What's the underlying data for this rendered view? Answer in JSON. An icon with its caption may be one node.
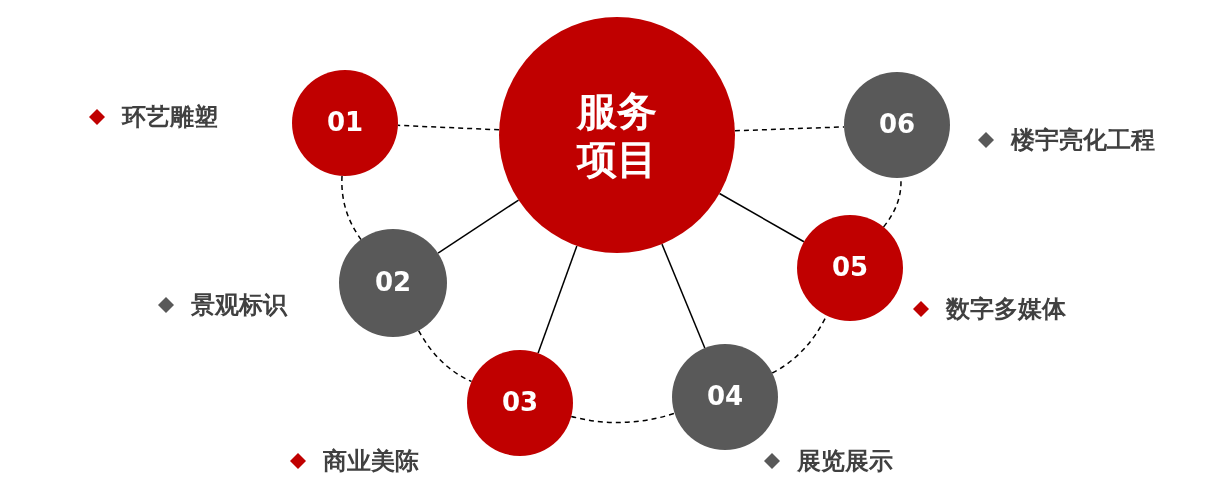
{
  "diagram": {
    "nodes": [
      {
        "text": [
          "服务项目"
        ]
      },
      {
        "text": [
          "01"
        ],
        "beside": [
          "环艺雕塑"
        ]
      },
      {
        "text": [
          "02"
        ],
        "beside": [
          "景观标识"
        ]
      },
      {
        "text": [
          "03"
        ],
        "beside": [
          "商业美陈"
        ]
      },
      {
        "text": [
          "04"
        ],
        "beside": [
          "展览展示"
        ]
      },
      {
        "text": [
          "05"
        ],
        "beside": [
          "数字多媒体"
        ]
      },
      {
        "text": [
          "06"
        ],
        "beside": [
          "楼宇亮化工程"
        ]
      }
    ],
    "edges": [
      {
        "from": 0,
        "to": 1,
        "arrow": "none",
        "style": "dashed"
      },
      {
        "from": 0,
        "to": 2,
        "arrow": "none"
      },
      {
        "from": 0,
        "to": 3,
        "arrow": "none"
      },
      {
        "from": 0,
        "to": 4,
        "arrow": "none"
      },
      {
        "from": 0,
        "to": 5,
        "arrow": "none"
      },
      {
        "from": 0,
        "to": 6,
        "arrow": "none",
        "style": "dashed"
      },
      {
        "from": 1,
        "to": 2,
        "arrow": "none",
        "style": "dashed"
      },
      {
        "from": 2,
        "to": 3,
        "arrow": "none",
        "style": "dashed"
      },
      {
        "from": 3,
        "to": 4,
        "arrow": "none",
        "style": "dashed"
      },
      {
        "from": 4,
        "to": 5,
        "arrow": "none",
        "style": "dashed"
      },
      {
        "from": 5,
        "to": 6,
        "arrow": "none",
        "style": "dashed"
      }
    ]
  }
}
